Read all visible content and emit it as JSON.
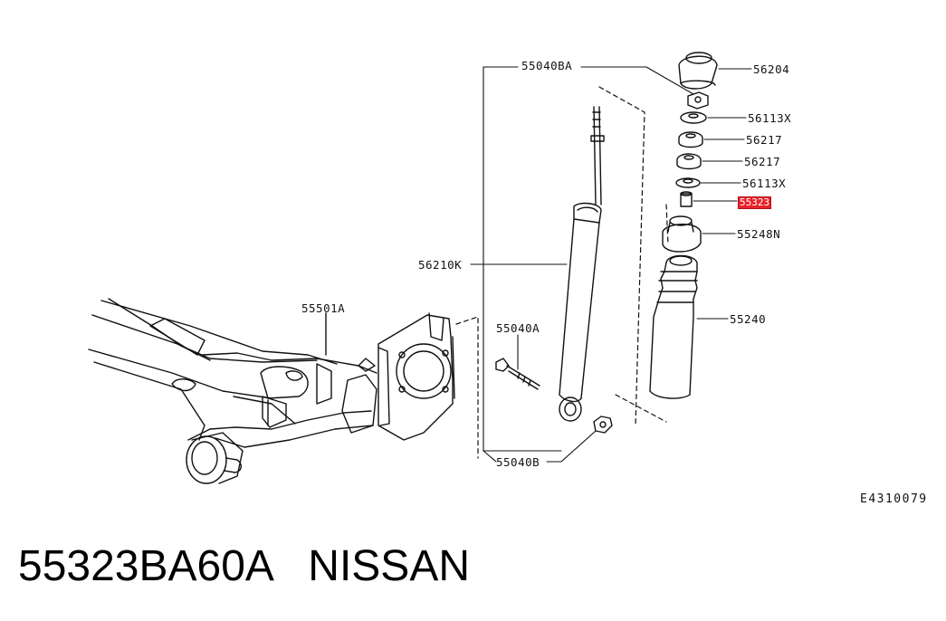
{
  "diagram": {
    "labels": {
      "p55040BA": "55040BA",
      "p56204": "56204",
      "p56113X_top": "56113X",
      "p56217_top": "56217",
      "p56217_bottom": "56217",
      "p56113X_bottom": "56113X",
      "p55323_highlight": "55323",
      "p55248N": "55248N",
      "p56210K": "56210K",
      "p55240": "55240",
      "p55501A": "55501A",
      "p55040A": "55040A",
      "p55040B": "55040B"
    },
    "diagram_code": "E4310079",
    "highlight_color": "#e8232a"
  },
  "caption": {
    "part_number": "55323BA60A",
    "brand": "NISSAN"
  }
}
